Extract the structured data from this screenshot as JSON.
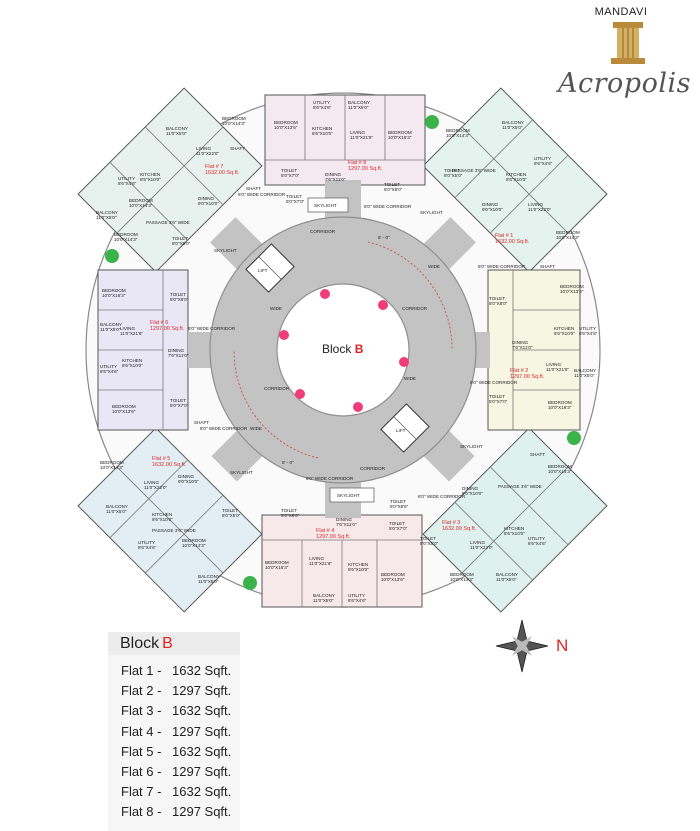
{
  "brand": {
    "top": "MANDAVI",
    "script": "Acropolis"
  },
  "block": {
    "prefix": "Block",
    "letter": "B"
  },
  "compass": {
    "north": "N"
  },
  "legend": {
    "rows": [
      {
        "flat": "Flat 1 -",
        "area": "1632 Sqft."
      },
      {
        "flat": "Flat 2 -",
        "area": "1297 Sqft."
      },
      {
        "flat": "Flat 3 -",
        "area": "1632 Sqft."
      },
      {
        "flat": "Flat 4 -",
        "area": "1297 Sqft."
      },
      {
        "flat": "Flat 5 -",
        "area": "1632 Sqft."
      },
      {
        "flat": "Flat 6 -",
        "area": "1297 Sqft."
      },
      {
        "flat": "Flat 7 -",
        "area": "1632 Sqft."
      },
      {
        "flat": "Flat 8 -",
        "area": "1297 Sqft."
      }
    ]
  },
  "flat_labels": {
    "f1": [
      "Flat # 1",
      "1632.00 Sq.ft."
    ],
    "f2": [
      "Flat # 2",
      "1297.00 Sq.ft."
    ],
    "f3": [
      "Flat # 3",
      "1632.00 Sq.ft."
    ],
    "f4": [
      "Flat # 4",
      "1297.00 Sq.ft."
    ],
    "f5": [
      "Flat # 5",
      "1632.00 Sq.ft."
    ],
    "f6": [
      "Flat # 6",
      "1297.00 Sq.ft."
    ],
    "f7": [
      "Flat # 7",
      "1632.00 Sq.ft."
    ],
    "f8": [
      "Flat # 8",
      "1297.00 Sq.ft."
    ]
  },
  "rooms": {
    "f8_utility": [
      "UTILITY",
      "8'6\"X4'6\""
    ],
    "f8_balcony": [
      "BALCONY",
      "11'0\"X5'0\""
    ],
    "f8_bed1": [
      "BEDROOM",
      "10'0\"X13'6\""
    ],
    "f8_kitchen": [
      "KITCHEN",
      "8'6\"X10'0\""
    ],
    "f8_living": [
      "LIVING",
      "11'0\"X21'6\""
    ],
    "f8_bed2": [
      "BEDROOM",
      "10'0\"X16'3\""
    ],
    "f8_dining": [
      "DINING",
      "7'6\"X11'0\""
    ],
    "f8_toilet1": [
      "TOILET",
      "5'0\"X7'0\""
    ],
    "f8_toilet2": [
      "TOILET",
      "5'0\"X8'0\""
    ],
    "f8_toilet3": [
      "TOILET",
      "5'0\"X7'0\""
    ],
    "f4_toilet1": [
      "TOILET",
      "5'0\"X8'0\""
    ],
    "f4_dining": [
      "DINING",
      "7'6\"X11'0\""
    ],
    "f4_toilet2": [
      "TOILET",
      "5'0\"X7'0\""
    ],
    "f4_toilet3": [
      "TOILET",
      "5'0\"X8'6\""
    ],
    "f4_bed1": [
      "BEDROOM",
      "10'0\"X16'3\""
    ],
    "f4_living": [
      "LIVING",
      "11'0\"X21'6\""
    ],
    "f4_kitchen": [
      "KITCHEN",
      "8'6\"X10'0\""
    ],
    "f4_bed2": [
      "BEDROOM",
      "10'0\"X13'6\""
    ],
    "f4_balcony": [
      "BALCONY",
      "11'0\"X5'0\""
    ],
    "f4_utility": [
      "UTILITY",
      "8'6\"X4'6\""
    ],
    "f6_bed1": [
      "BEDROOM",
      "10'0\"X16'3\""
    ],
    "f6_balcony": [
      "BALCONY",
      "11'0\"X5'0\""
    ],
    "f6_living": [
      "LIVING",
      "11'0\"X21'6\""
    ],
    "f6_kitchen": [
      "KITCHEN",
      "8'6\"X10'0\""
    ],
    "f6_utility": [
      "UTILITY",
      "8'6\"X4'6\""
    ],
    "f6_dining": [
      "DINING",
      "7'6\"X11'0\""
    ],
    "f6_bed2": [
      "BEDROOM",
      "10'0\"X13'6\""
    ],
    "f6_toilet1": [
      "TOILET",
      "5'0\"X8'0\""
    ],
    "f6_toilet2": [
      "TOILET",
      "5'0\"X7'0\""
    ],
    "f2_bed1": [
      "BEDROOM",
      "10'0\"X13'6\""
    ],
    "f2_kitchen": [
      "KITCHEN",
      "8'6\"X10'0\""
    ],
    "f2_utility": [
      "UTILITY",
      "8'6\"X4'6\""
    ],
    "f2_dining": [
      "DINING",
      "7'6\"X11'0\""
    ],
    "f2_living": [
      "LIVING",
      "11'0\"X21'6\""
    ],
    "f2_balcony": [
      "BALCONY",
      "11'0\"X5'0\""
    ],
    "f2_bed2": [
      "BEDROOM",
      "10'0\"X16'3\""
    ],
    "f2_toilet1": [
      "TOILET",
      "5'0\"X8'0\""
    ],
    "f2_toilet2": [
      "TOILET",
      "5'0\"X7'0\""
    ],
    "f7_bed1": [
      "BEDROOM",
      "10'0\"X14'3\""
    ],
    "f7_balcony1": [
      "BALCONY",
      "11'0\"X5'0\""
    ],
    "f7_living": [
      "LIVING",
      "11'0\"X22'0\""
    ],
    "f7_kitchen": [
      "KITCHEN",
      "8'6\"X10'0\""
    ],
    "f7_utility": [
      "UTILITY",
      "8'6\"X4'6\""
    ],
    "f7_dining": [
      "DINING",
      "9'0\"X10'0\""
    ],
    "f7_bed2": [
      "BEDROOM",
      "10'0\"X14'3\""
    ],
    "f7_balcony2": [
      "BALCONY",
      "11'0\"X5'0\""
    ],
    "f7_bed3": [
      "BEDROOM",
      "10'0\"X14'3\""
    ],
    "f7_toilet": [
      "TOILET",
      "8'0\"X5'0\""
    ],
    "f1_bed1": [
      "BEDROOM",
      "10'0\"X14'3\""
    ],
    "f1_balcony1": [
      "BALCONY",
      "11'0\"X5'0\""
    ],
    "f1_kitchen": [
      "KITCHEN",
      "8'6\"X10'0\""
    ],
    "f1_utility": [
      "UTILITY",
      "8'6\"X4'6\""
    ],
    "f1_dining": [
      "DINING",
      "9'0\"X10'0\""
    ],
    "f1_living": [
      "LIVING",
      "11'0\"X22'0\""
    ],
    "f1_bed2": [
      "BEDROOM",
      "10'0\"X14'3\""
    ],
    "f1_toilet": [
      "TOILET",
      "8'0\"X5'0\""
    ],
    "f5_bed1": [
      "BEDROOM",
      "10'0\"X14'3\""
    ],
    "f5_living": [
      "LIVING",
      "11'0\"X22'0\""
    ],
    "f5_dining": [
      "DINING",
      "9'0\"X10'0\""
    ],
    "f5_balcony1": [
      "BALCONY",
      "11'0\"X5'0\""
    ],
    "f5_kitchen": [
      "KITCHEN",
      "8'6\"X10'0\""
    ],
    "f5_utility": [
      "UTILITY",
      "8'6\"X4'6\""
    ],
    "f5_bed2": [
      "BEDROOM",
      "10'0\"X14'3\""
    ],
    "f5_balcony2": [
      "BALCONY",
      "11'0\"X5'0\""
    ],
    "f5_toilet": [
      "TOILET",
      "8'0\"X5'0\""
    ],
    "f3_dining": [
      "DINING",
      "9'0\"X10'0\""
    ],
    "f3_bed1": [
      "BEDROOM",
      "10'0\"X14'3\""
    ],
    "f3_living": [
      "LIVING",
      "11'0\"X22'0\""
    ],
    "f3_kitchen": [
      "KITCHEN",
      "8'6\"X10'0\""
    ],
    "f3_utility": [
      "UTILITY",
      "8'6\"X4'6\""
    ],
    "f3_bed2": [
      "BEDROOM",
      "10'0\"X14'3\""
    ],
    "f3_balcony": [
      "BALCONY",
      "11'0\"X5'0\""
    ],
    "f3_toilet": [
      "TOILET",
      "8'0\"X5'0\""
    ]
  },
  "labels": {
    "skylight": "SKYLIGHT",
    "shaft": "SHAFT",
    "passage": "PASSAGE 3'6\" WIDE",
    "corridor_wide": "6'0\" WIDE CORRIDOR",
    "corridor": "CORRIDOR",
    "wide": "WIDE",
    "dim": "8' - 0\"",
    "lift": "LIFT"
  },
  "colors": {
    "corridor": "#c3c3c3",
    "lobby": "#ffffff",
    "column": "#f03c78",
    "accent": "#e02424",
    "flat1": "#e4f3ee",
    "flat2": "#f6f6e2",
    "flat3": "#dff1ef",
    "flat4": "#f7e9ea",
    "flat5": "#e2eef4",
    "flat6": "#e9e6f6",
    "flat7": "#e7f1ee",
    "flat8": "#f4e9f1"
  }
}
